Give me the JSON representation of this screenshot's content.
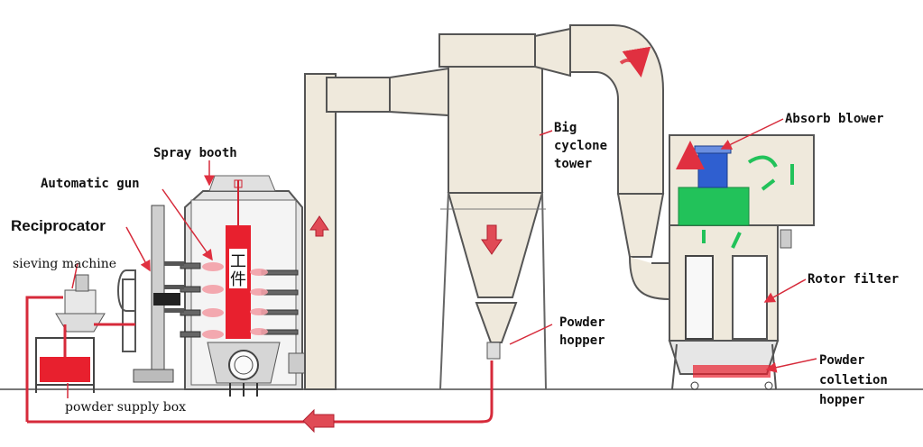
{
  "labels": {
    "spray_booth": "Spray booth",
    "automatic_gun": "Automatic gun",
    "reciprocator": "Reciprocator",
    "sieving_machine": "sieving machine",
    "powder_supply_box": "powder supply box",
    "big_cyclone_tower": [
      "Big",
      "cyclone",
      "tower"
    ],
    "powder_hopper": [
      "Powder",
      "hopper"
    ],
    "absorb_blower": "Absorb blower",
    "rotor_filter": "Rotor filter",
    "powder_collection_hopper": [
      "Powder",
      "colletion",
      "hopper"
    ],
    "workpiece": [
      "工",
      "件"
    ]
  },
  "colors": {
    "duct": "#efe9dc",
    "outline": "#555555",
    "pipe_red": "#d62a3a",
    "arrow_red": "#e04a55",
    "fan_green": "#22c25a",
    "motor_blue": "#2f5fd0",
    "powder_red": "#e8202e"
  }
}
